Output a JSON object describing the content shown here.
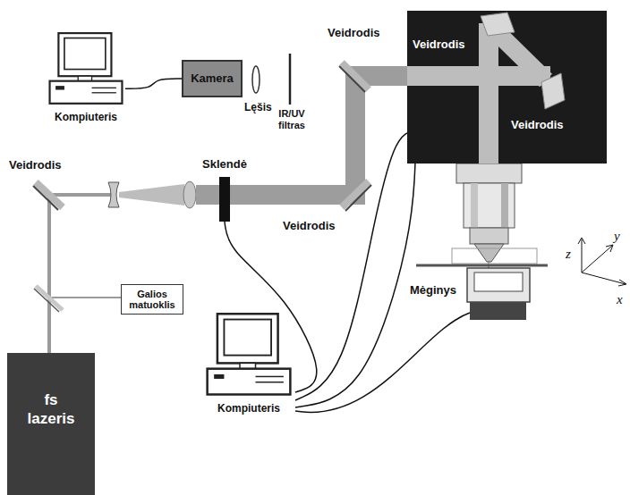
{
  "diagram": {
    "nodes": [
      {
        "text": [
          "Kompiuteris"
        ]
      },
      {
        "text": [
          "Kamera"
        ]
      },
      {
        "text": [
          "Veidrodis",
          "Veidrodis"
        ]
      },
      {
        "text": [
          "Sklendė"
        ]
      },
      {
        "text": [
          "Galios matuoklis"
        ]
      },
      {
        "text": [
          "fs lazeris"
        ]
      },
      {
        "text": [
          "Kompiuteris"
        ]
      }
    ],
    "edges": [
      {
        "from": 0,
        "to": 1,
        "arrow": "none"
      },
      {
        "from": 6,
        "to": 3,
        "arrow": "none"
      },
      {
        "from": 6,
        "to": 2,
        "arrow": "none"
      },
      {
        "from": 6,
        "to": 2,
        "arrow": "none"
      }
    ],
    "labels": [
      "Veidrodis",
      "Lęšis",
      "IR/UV filtras",
      "Veidrodis",
      "Veidrodis",
      "y",
      "z",
      "Mėginys",
      "x"
    ]
  }
}
